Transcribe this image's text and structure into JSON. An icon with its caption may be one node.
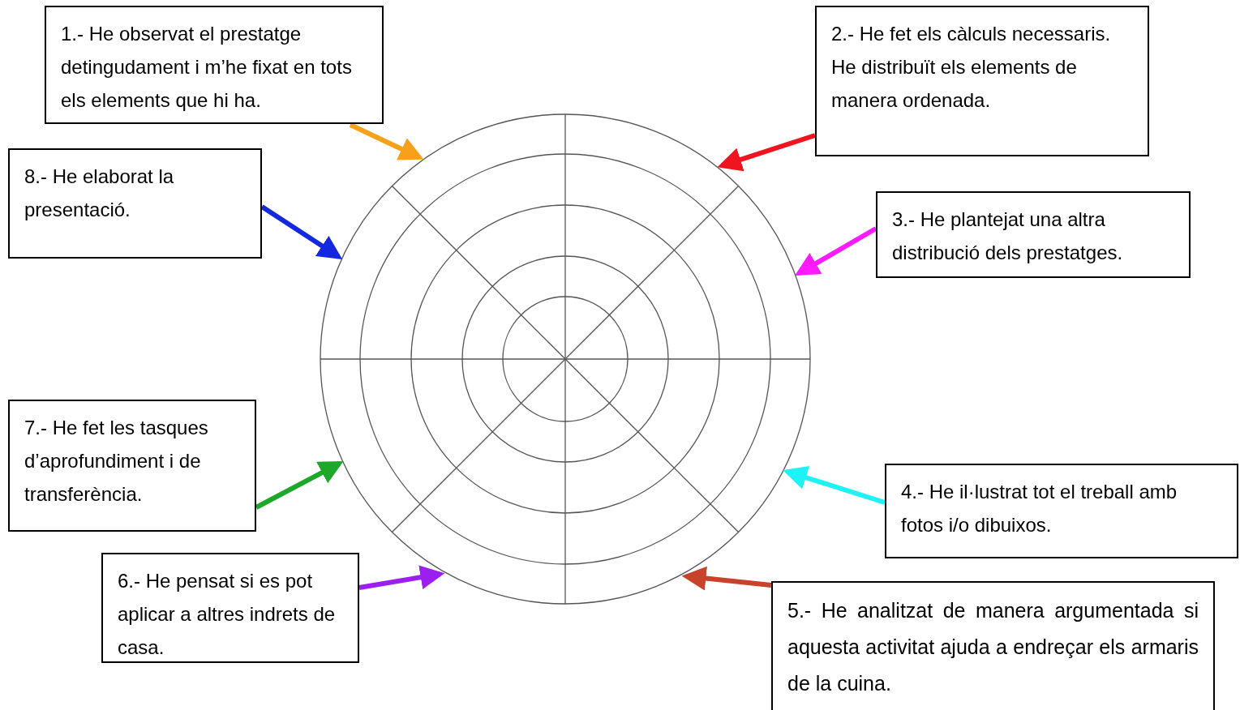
{
  "diagram": {
    "nodes": [
      {
        "text": [
          "1.- He observat el prestatge detingudament i m’he fixat en tots els elements que hi ha."
        ]
      },
      {
        "text": [
          "2.- He fet els càlculs necessaris. He distribuït els elements de manera ordenada."
        ]
      },
      {
        "text": [
          "3.- He plantejat una altra distribució dels prestatges."
        ]
      },
      {
        "text": [
          "4.- He il·lustrat tot el treball amb fotos i/o  dibuixos."
        ]
      },
      {
        "text": [
          "5.- He analitzat de manera argumentada si aquesta activitat ajuda a endreçar els armaris de la cuina."
        ]
      },
      {
        "text": [
          "6.- He pensat si es pot aplicar a altres indrets de casa."
        ]
      },
      {
        "text": [
          "7.- He fet les tasques d’aprofundiment i de transferència."
        ]
      },
      {
        "text": [
          "8.- He elaborat la presentació."
        ]
      },
      {
        "text": [],
        "shape": "circle"
      }
    ],
    "edges": [
      {
        "from": 0,
        "to": 8,
        "arrow": "to",
        "color": "#f7a11a"
      },
      {
        "from": 1,
        "to": 8,
        "arrow": "to",
        "color": "#f01420"
      },
      {
        "from": 2,
        "to": 8,
        "arrow": "to",
        "color": "#ff1aff"
      },
      {
        "from": 3,
        "to": 8,
        "arrow": "to",
        "color": "#1ff2f5"
      },
      {
        "from": 4,
        "to": 8,
        "arrow": "to",
        "color": "#c8422c"
      },
      {
        "from": 5,
        "to": 8,
        "arrow": "to",
        "color": "#9a1ff0"
      },
      {
        "from": 6,
        "to": 8,
        "arrow": "to",
        "color": "#1ea82a"
      },
      {
        "from": 7,
        "to": 8,
        "arrow": "to",
        "color": "#1428e0"
      }
    ]
  }
}
